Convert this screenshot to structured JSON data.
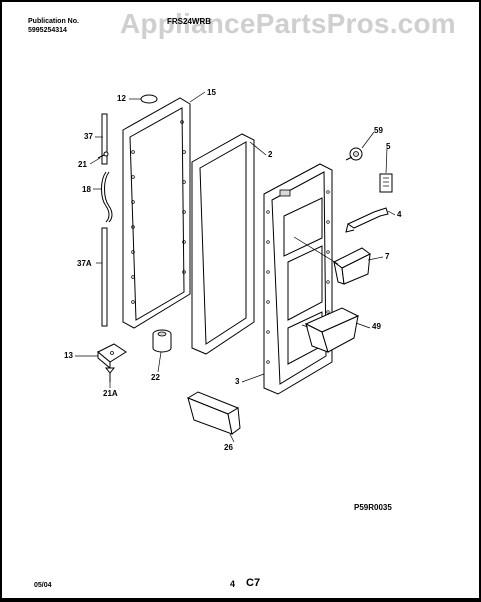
{
  "header": {
    "publication_title": "Publication No.",
    "publication_number": "5995254314",
    "model": "FRS24WRB",
    "watermark": "AppliancePartsPros.com"
  },
  "figure_code": "P59R0035",
  "footer": {
    "date": "05/04",
    "page": "4",
    "section": "C7"
  },
  "callouts": {
    "c12": "12",
    "c15": "15",
    "c37": "37",
    "c21": "21",
    "c18": "18",
    "c37a": "37A",
    "c13": "13",
    "c21a": "21A",
    "c22": "22",
    "c2": "2",
    "c59": "59",
    "c5": "5",
    "c4": "4",
    "c7": "7",
    "c49": "49",
    "c3": "3",
    "c26": "26"
  }
}
